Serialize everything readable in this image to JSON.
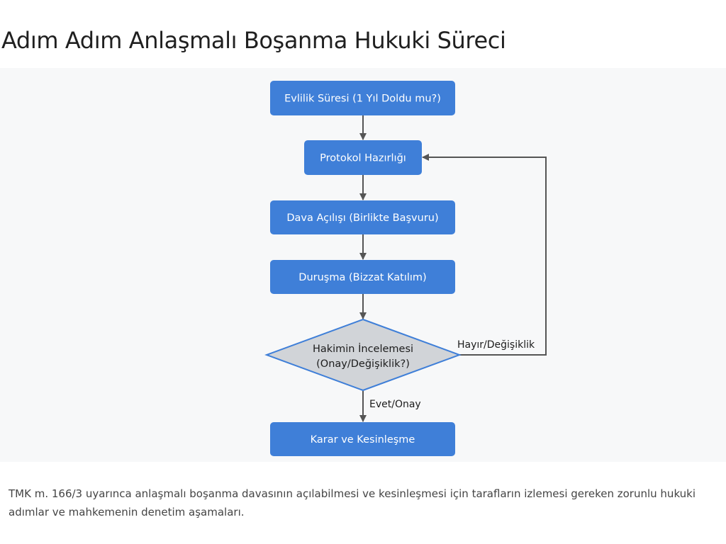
{
  "title": "Adım Adım Anlaşmalı Boşanma Hukuki Süreci",
  "flowchart": {
    "steps": [
      "Evlilik Süresi (1 Yıl Doldu mu?)",
      "Protokol Hazırlığı",
      "Dava Açılışı (Birlikte Başvuru)",
      "Duruşma (Bizzat Katılım)"
    ],
    "decision": {
      "line1": "Hakimin İncelemesi",
      "line2": "(Onay/Değişiklik?)"
    },
    "final_step": "Karar ve Kesinleşme",
    "yes_label": "Evet/Onay",
    "no_label": "Hayır/Değişiklik"
  },
  "caption": "TMK m. 166/3 uyarınca anlaşmalı boşanma davasının açılabilmesi ve kesinleşmesi için tarafların izlemesi gereken zorunlu hukuki adımlar ve mahkemenin denetim aşamaları.",
  "colors": {
    "node_fill": "#3f7fd8",
    "decision_fill": "#d1d4d8",
    "decision_stroke": "#3f7fd8",
    "connector": "#555555"
  }
}
